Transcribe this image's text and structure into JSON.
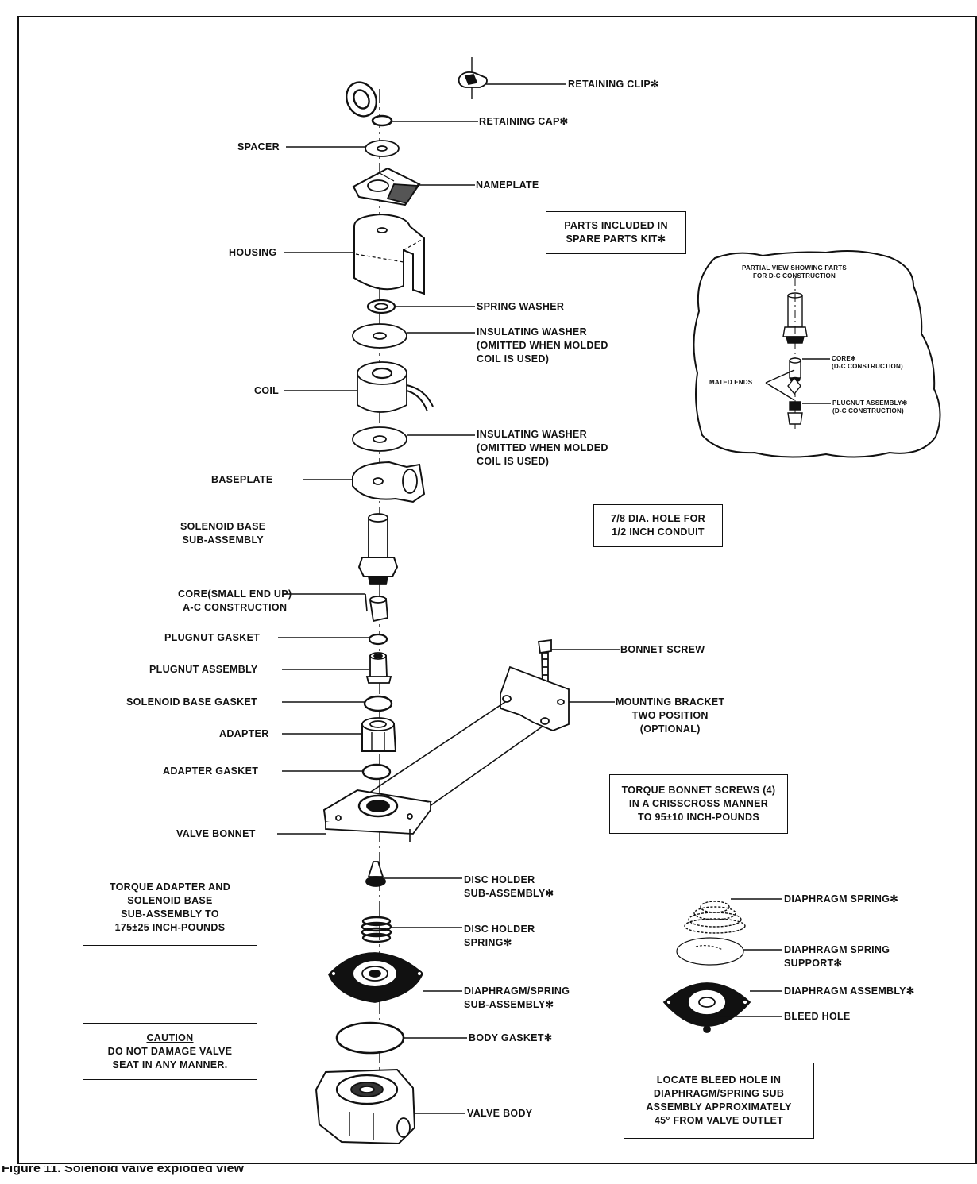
{
  "labels": {
    "retaining_clip": "RETAINING CLIP✻",
    "retaining_cap": "RETAINING CAP✻",
    "spacer": "SPACER",
    "nameplate": "NAMEPLATE",
    "housing": "HOUSING",
    "spring_washer": "SPRING WASHER",
    "insulating_washer_top": "INSULATING WASHER\n(OMITTED WHEN MOLDED\nCOIL IS USED)",
    "coil": "COIL",
    "insulating_washer_bottom": "INSULATING WASHER\n(OMITTED WHEN MOLDED\nCOIL IS USED)",
    "baseplate": "BASEPLATE",
    "solenoid_base_sub_assembly": "SOLENOID BASE\nSUB-ASSEMBLY",
    "core_ac": "CORE(SMALL END UP)\nA-C CONSTRUCTION",
    "plugnut_gasket": "PLUGNUT GASKET",
    "plugnut_assembly": "PLUGNUT ASSEMBLY",
    "solenoid_base_gasket": "SOLENOID BASE GASKET",
    "adapter": "ADAPTER",
    "adapter_gasket": "ADAPTER GASKET",
    "valve_bonnet": "VALVE BONNET",
    "disc_holder_sub_assembly": "DISC HOLDER\nSUB-ASSEMBLY✻",
    "disc_holder_spring": "DISC HOLDER\nSPRING✻",
    "diaphragm_spring_sub_assembly": "DIAPHRAGM/SPRING\nSUB-ASSEMBLY✻",
    "body_gasket": "BODY GASKET✻",
    "valve_body": "VALVE BODY",
    "bonnet_screw": "BONNET SCREW",
    "mounting_bracket": "MOUNTING BRACKET\nTWO POSITION\n(OPTIONAL)",
    "diaphragm_spring": "DIAPHRAGM SPRING✻",
    "diaphragm_spring_support": "DIAPHRAGM SPRING\nSUPPORT✻",
    "diaphragm_assembly": "DIAPHRAGM ASSEMBLY✻",
    "bleed_hole": "BLEED HOLE",
    "asterisk": "✻"
  },
  "inset": {
    "title": "PARTIAL VIEW SHOWING PARTS\nFOR D-C CONSTRUCTION",
    "core": "CORE✻\n(D-C CONSTRUCTION)",
    "mated_ends": "MATED ENDS",
    "plugnut": "PLUGNUT ASSEMBLY✻\n(D-C CONSTRUCTION)"
  },
  "notes": {
    "spare_parts": "PARTS INCLUDED IN\nSPARE PARTS KIT✻",
    "conduit": "7/8 DIA. HOLE FOR\n1/2 INCH CONDUIT",
    "torque_bonnet": "TORQUE BONNET SCREWS (4)\nIN A CRISSCROSS MANNER\nTO 95±10 INCH-POUNDS",
    "torque_adapter": "TORQUE ADAPTER AND\nSOLENOID BASE\nSUB-ASSEMBLY TO\n175±25 INCH-POUNDS",
    "caution_title": "CAUTION",
    "caution_text": "DO NOT DAMAGE VALVE\nSEAT IN ANY MANNER.",
    "bleed_locate": "LOCATE BLEED HOLE IN\nDIAPHRAGM/SPRING SUB\nASSEMBLY APPROXIMATELY\n45° FROM VALVE OUTLET"
  },
  "caption": "Figure 11. Solenoid valve exploded view"
}
